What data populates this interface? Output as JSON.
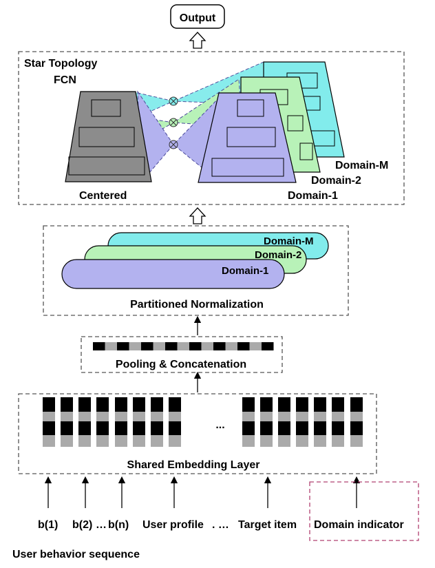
{
  "output": {
    "label": "Output"
  },
  "star_topology": {
    "title": "Star Topology",
    "subtitle": "FCN",
    "centered_label": "Centered",
    "domain_labels": [
      "Domain-1",
      "Domain-2",
      "Domain-M"
    ]
  },
  "partitioned_normalization": {
    "title": "Partitioned Normalization",
    "domain_labels": [
      "Domain-1",
      "Domain-2",
      "Domain-M"
    ]
  },
  "pooling": {
    "title": "Pooling & Concatenation"
  },
  "embedding": {
    "title": "Shared Embedding Layer",
    "ellipsis": "..."
  },
  "inputs": {
    "b1": "b(1)",
    "b2": "b(2)",
    "dots": "…",
    "bn": "b(n)",
    "user_profile": "User profile",
    "profile_dots": ". …",
    "target_item": "Target item",
    "domain_indicator": "Domain indicator",
    "behavior_sequence": "User behavior sequence"
  },
  "colors": {
    "centered_fill": "#8c8c8c",
    "domain1": "#b3b2ef",
    "domain2": "#b8f2b8",
    "domainM": "#82ecec",
    "domain_indicator_border": "#b04070",
    "embedding_light": "#aaaaaa"
  }
}
